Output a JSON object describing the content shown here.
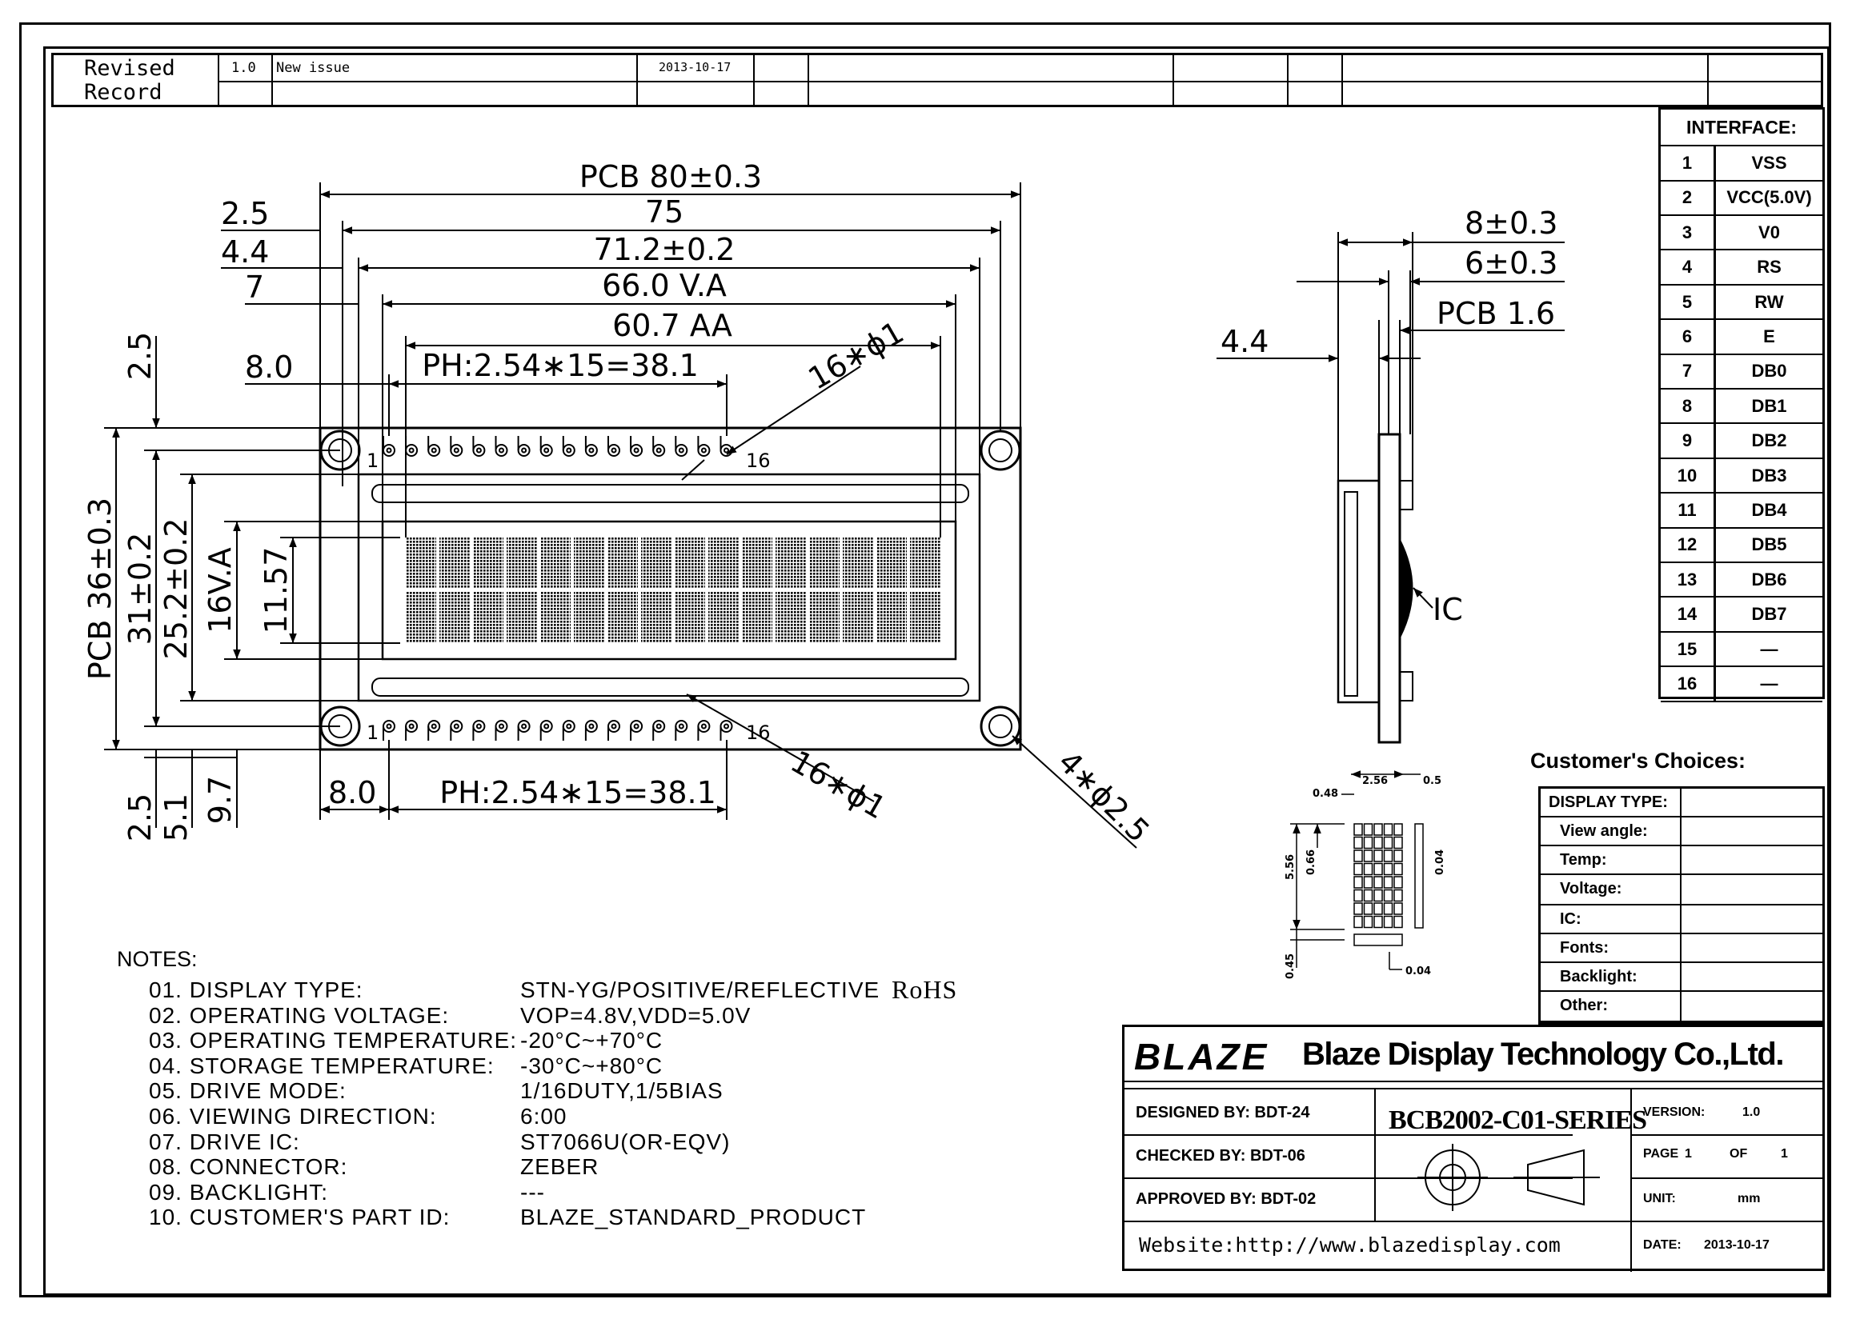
{
  "revision": {
    "label_line1": "Revised",
    "label_line2": "Record",
    "version": "1.0",
    "description": "New issue",
    "date": "2013-10-17"
  },
  "front_view": {
    "pcb_width": "PCB 80±0.3",
    "dim_75": "75",
    "dim_71": "71.2±0.2",
    "view_area": "66.0 V.A",
    "active_area": "60.7 AA",
    "pin_pitch_top": "PH:2.54∗15=38.1",
    "pin_pitch_bottom": "PH:2.54∗15=38.1",
    "left_2_5": "2.5",
    "left_4_4": "4.4",
    "left_7": "7",
    "left_8_0": "8.0",
    "bottom_8_0": "8.0",
    "pins_top": "16∗ϕ1",
    "pins_bottom": "16∗ϕ1",
    "mount_holes": "4∗ϕ2.5",
    "pin_first": "1",
    "pin_last": "16",
    "pcb_height": "PCB 36±0.3",
    "h_31": "31±0.2",
    "h_25": "25.2±0.2",
    "h_16": "16V.A",
    "h_11": "11.57",
    "v_2_5_top": "2.5",
    "v_2_5_bottom": "2.5",
    "v_5_1": "5.1",
    "v_9_7": "9.7"
  },
  "side_view": {
    "dim_8": "8±0.3",
    "dim_6": "6±0.3",
    "pcb_thickness": "PCB 1.6",
    "dim_4_4": "4.4",
    "ic_label": "IC"
  },
  "char_detail": {
    "w_2_56": "2.56",
    "w_0_5": "0.5",
    "w_0_48": "0.48",
    "h_5_56": "5.56",
    "h_0_66": "0.66",
    "h_0_04": "0.04",
    "h_0_45": "0.45",
    "w_0_04": "0.04"
  },
  "interface": {
    "title": "INTERFACE:",
    "pins": [
      {
        "n": "1",
        "sig": "VSS"
      },
      {
        "n": "2",
        "sig": "VCC(5.0V)"
      },
      {
        "n": "3",
        "sig": "V0"
      },
      {
        "n": "4",
        "sig": "RS"
      },
      {
        "n": "5",
        "sig": "RW"
      },
      {
        "n": "6",
        "sig": "E"
      },
      {
        "n": "7",
        "sig": "DB0"
      },
      {
        "n": "8",
        "sig": "DB1"
      },
      {
        "n": "9",
        "sig": "DB2"
      },
      {
        "n": "10",
        "sig": "DB3"
      },
      {
        "n": "11",
        "sig": "DB4"
      },
      {
        "n": "12",
        "sig": "DB5"
      },
      {
        "n": "13",
        "sig": "DB6"
      },
      {
        "n": "14",
        "sig": "DB7"
      },
      {
        "n": "15",
        "sig": "—"
      },
      {
        "n": "16",
        "sig": "—"
      }
    ]
  },
  "customer_choices": {
    "title": "Customer's Choices:",
    "rows": [
      "DISPLAY TYPE:",
      "View angle:",
      "Temp:",
      "Voltage:",
      "IC:",
      "Fonts:",
      "Backlight:",
      "Other:"
    ]
  },
  "notes": {
    "title": "NOTES:",
    "items": [
      {
        "label": "01. DISPLAY TYPE:",
        "value": "STN-YG/POSITIVE/REFLECTIVE",
        "extra": "RoHS"
      },
      {
        "label": "02. OPERATING VOLTAGE:",
        "value": "VOP=4.8V,VDD=5.0V"
      },
      {
        "label": "03. OPERATING TEMPERATURE:",
        "value": "-20°C~+70°C"
      },
      {
        "label": "04. STORAGE TEMPERATURE:",
        "value": "-30°C~+80°C"
      },
      {
        "label": "05. DRIVE MODE:",
        "value": "1/16DUTY,1/5BIAS"
      },
      {
        "label": "06. VIEWING DIRECTION:",
        "value": "6:00"
      },
      {
        "label": "07. DRIVE IC:",
        "value": "ST7066U(OR-EQV)"
      },
      {
        "label": "08. CONNECTOR:",
        "value": "ZEBER"
      },
      {
        "label": "09. BACKLIGHT:",
        "value": "---"
      },
      {
        "label": "10. CUSTOMER'S PART ID:",
        "value": "BLAZE_STANDARD_PRODUCT"
      }
    ]
  },
  "title_block": {
    "logo": "BLAZE",
    "company": "Blaze Display Technology Co.,Ltd.",
    "designed": "DESIGNED BY: BDT-24",
    "checked": "CHECKED BY: BDT-06",
    "approved": "APPROVED BY: BDT-02",
    "part_number": "BCB2002-C01-SERIES",
    "version_label": "VERSION:",
    "version": "1.0",
    "page_label": "PAGE",
    "page": "1",
    "of_label": "OF",
    "pages": "1",
    "unit_label": "UNIT:",
    "unit": "mm",
    "date_label": "DATE:",
    "date": "2013-10-17",
    "website": "Website:http://www.blazedisplay.com"
  }
}
